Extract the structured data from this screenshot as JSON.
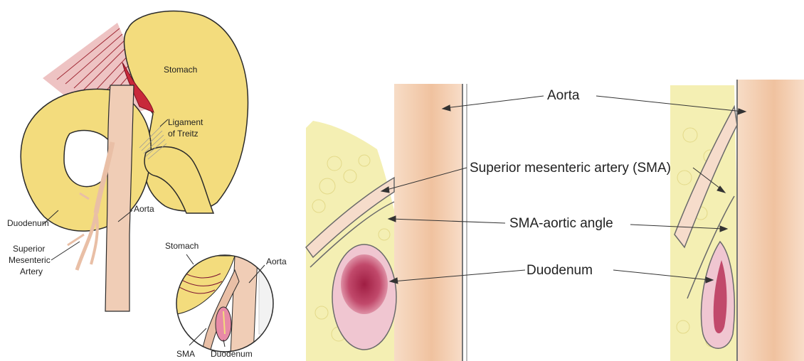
{
  "left_panel": {
    "labels": {
      "stomach": "Stomach",
      "ligament_line1": "Ligament",
      "ligament_line2": "of Treitz",
      "aorta": "Aorta",
      "duodenum": "Duodenum",
      "sma_line1": "Superior",
      "sma_line2": "Mesenteric",
      "sma_line3": "Artery"
    }
  },
  "inset": {
    "labels": {
      "stomach": "Stomach",
      "aorta": "Aorta",
      "sma": "SMA",
      "duodenum": "Duodenum"
    }
  },
  "right_panel": {
    "labels": {
      "aorta": "Aorta",
      "sma": "Superior mesenteric artery (SMA)",
      "angle": "SMA-aortic angle",
      "duodenum": "Duodenum"
    }
  },
  "colors": {
    "stomach_yellow": "#f3dc7d",
    "outline": "#2a2a2a",
    "aorta_pink": "#eab99a",
    "vessel_red": "#c8283a",
    "fat_yellow": "#f4efb3",
    "duodenum_pink": "#c85a7a"
  }
}
